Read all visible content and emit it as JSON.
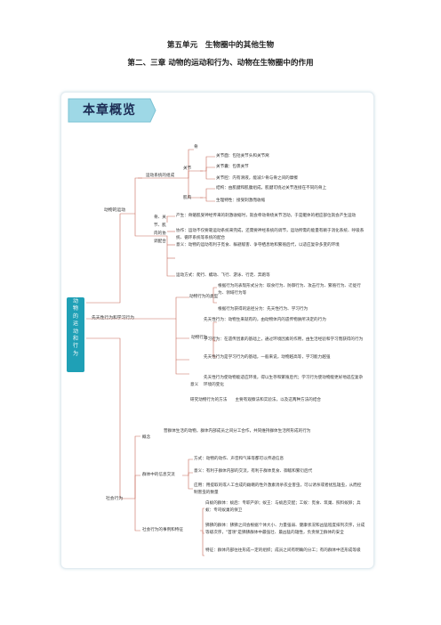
{
  "unit_title": "第五单元　生物圈中的其他生物",
  "chapter_title": "第二、三章 动物的运动和行为、动物在生物圈中的作用",
  "overview_label": "本章概览",
  "colors": {
    "root": "#1fa0b6",
    "banner": "#9ed8e6",
    "lines": "#c86a5a"
  },
  "root": "动物的运动和行为",
  "movement": {
    "label": "动物的运动",
    "system": {
      "label": "运动系统的组成",
      "bone": "骨",
      "joint": {
        "label": "关节",
        "items": [
          "关节面：包括关节头和关节窝",
          "关节囊：包裹关节",
          "关节腔：内有滑液，能减少骨与骨之间的摩擦"
        ]
      },
      "muscle": {
        "label": "肌肉",
        "items": [
          "结构：由肌腱和肌腹组成，肌腱可绕过关节连接在不同的骨上",
          "生理特性：接受刺激而收缩"
        ]
      }
    },
    "coord": {
      "label": "骨、关节、肌肉的协调配合",
      "items": [
        "产生：骨骼肌受神经传来的刺激收缩时，就会牵动骨绕关节活动，于是躯体的相应部位就会产生运动",
        "协作：运动不仅要靠运动系统来完成，还需要神经系统的调节，运动所需的能量有赖于消化系统、呼吸系统、循环系统等系统的配合",
        "意义：动物的运动有利于觅食、躲避敌害、争夺栖息地和繁殖后代，以适应复杂多变的环境"
      ]
    },
    "modes": "运动方式：爬行、蠕动、飞行、游泳、行走、奔跑等"
  },
  "innate": {
    "label": "先天性行为和学习行为",
    "types": {
      "label": "动物行为的类型",
      "items": [
        "根据行为的表现形式分为：取食行为、防御行为、攻击行为、繁殖行为、迁徙行为、领域行为等",
        "根据行为获得的途径分为：先天性行为、学习行为"
      ]
    },
    "behavior": {
      "label": "动物行为",
      "items": [
        "先天性行为：动物生来就有的，由动物体内的遗传物质所决定的行为",
        "学习行为：在遗传因素的基础上，通过环境因素的作用，由生活经验和学习而获得的行为",
        "先天性行为是学习行为的基础，一般来说，动物越高等，学习能力越强"
      ]
    },
    "meaning": {
      "label": "意义",
      "text": "先天性行为使动物能适应环境，得以生存和繁殖后代；学习行为使动物能更好地适应复杂环境的变化"
    },
    "research": "研究动物行为的方法　　主要有观察法和实验法，以及这两种方法的结合"
  },
  "social": {
    "label": "社会行为",
    "concept": {
      "label": "概念",
      "text": "营群体生活的动物，群体内部成员之间分工合作，共同维持群体生活所形成的行为"
    },
    "communication": {
      "label": "群体中的信息交流",
      "items": [
        "方式：动物的动作、声音和气味等都可以传递信息",
        "意义：有利于群体内部的交流，有利于群体觅食、御敌和繁衍后代",
        "应用：用提取的或人工合成的雌蛾的性外激素诱杀农业害虫，可以诱杀或者扰乱雄虫，从而控制害虫的数量"
      ]
    },
    "examples": {
      "label": "社会行为的事例和特征",
      "items": [
        "白蚁的群体：蚁后：专职产卵；蚁王：与蚁后交配；工蚁：觅食、筑巢、照料蚁卵；兵蚁：专司蚁巢的保卫",
        "狒狒的群体：狒狒之间会根据个体大小、力量强弱、健康状况和凶猛程度排列次序，分成等级次序，\"首领\"是狒狒群体中最强壮、最凶猛的雄性，负责保卫群体的安全",
        "特征：群体内部往往形成一定的组织；成员之间有明确的分工；有的群体中还形成等级"
      ]
    }
  }
}
